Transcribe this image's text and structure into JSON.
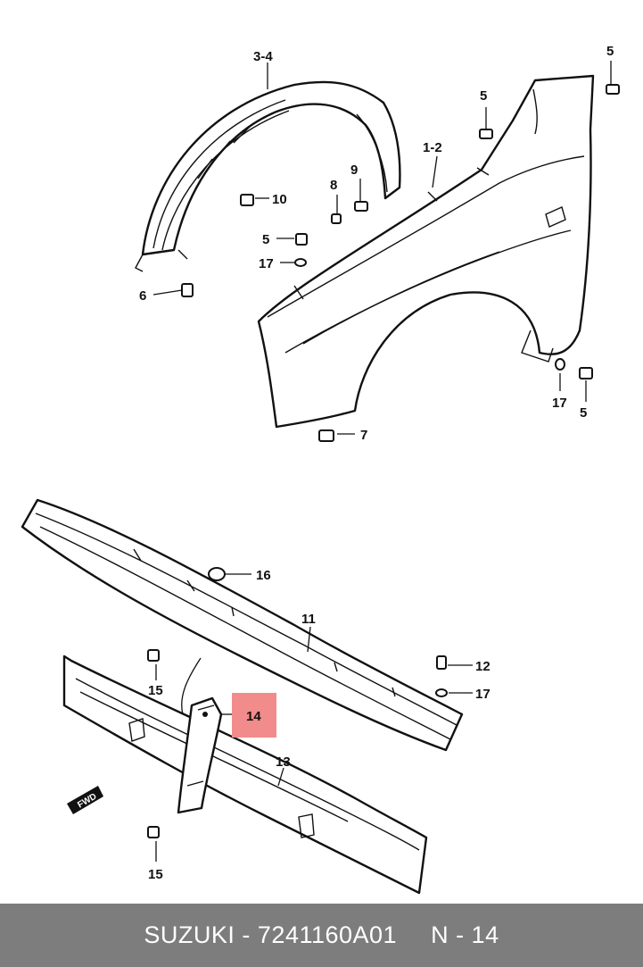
{
  "footer": {
    "brand_part": "SUZUKI - 7241160A01",
    "ref": "N - 14"
  },
  "callouts": {
    "c_3_4": "3-4",
    "c_5a": "5",
    "c_5b": "5",
    "c_5c": "5",
    "c_5d": "5",
    "c_1_2": "1-2",
    "c_9": "9",
    "c_8": "8",
    "c_10": "10",
    "c_17a": "17",
    "c_17b": "17",
    "c_17c": "17",
    "c_6": "6",
    "c_7": "7",
    "c_16": "16",
    "c_11": "11",
    "c_12": "12",
    "c_15a": "15",
    "c_15b": "15",
    "c_14": "14",
    "c_13": "13",
    "fwd": "FWD"
  },
  "highlight": {
    "part": "14",
    "color": "#f28b8b"
  }
}
